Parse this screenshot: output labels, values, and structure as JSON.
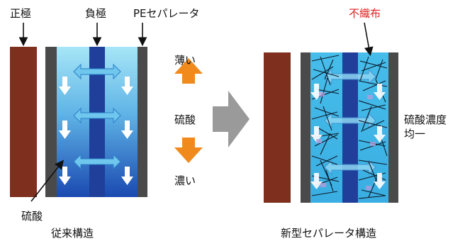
{
  "labels": {
    "positive_electrode": "正極",
    "negative_electrode": "負極",
    "pe_separator": "PEセパレータ",
    "nonwoven": "不織布",
    "thin": "薄い",
    "sulfuric_acid_mid": "硫酸",
    "thick": "濃い",
    "sulfuric_acid_bottom": "硫酸",
    "conventional_structure": "従来構造",
    "new_structure": "新型セパレータ構造",
    "uniform_line1": "硫酸濃度",
    "uniform_line2": "均一"
  },
  "colors": {
    "electrode_brown": "#7e2f1e",
    "separator_gray": "#4a4a4a",
    "negative_blue": "#1f3f9a",
    "electrolyte_light": "#9fe1f5",
    "electrolyte_dark": "#1c55b8",
    "nonwoven_text": "#e02020",
    "orange_arrow": "#f08a1c",
    "gray_arrow": "#9a9a9a"
  }
}
